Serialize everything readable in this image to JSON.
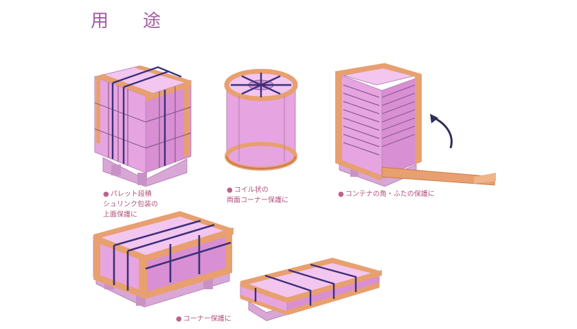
{
  "title": "用　途",
  "colors": {
    "pink": "#e6a5e0",
    "pink_dark": "#c87ec6",
    "pink_light": "#f2c6ef",
    "orange": "#e8a070",
    "orange_dark": "#c87a48",
    "band": "#3b2f7a"
  },
  "captions": [
    {
      "bullet": "●",
      "lines": [
        "パレット段積",
        "シュリンク包装の",
        "上面保護に"
      ]
    },
    {
      "bullet": "●",
      "lines": [
        "コイル状の",
        "両面コーナー保護に"
      ]
    },
    {
      "bullet": "●",
      "lines": [
        "コンテナの角・ふたの保護に"
      ]
    },
    {
      "bullet": "●",
      "lines": [
        "コーナー保護に"
      ]
    }
  ]
}
